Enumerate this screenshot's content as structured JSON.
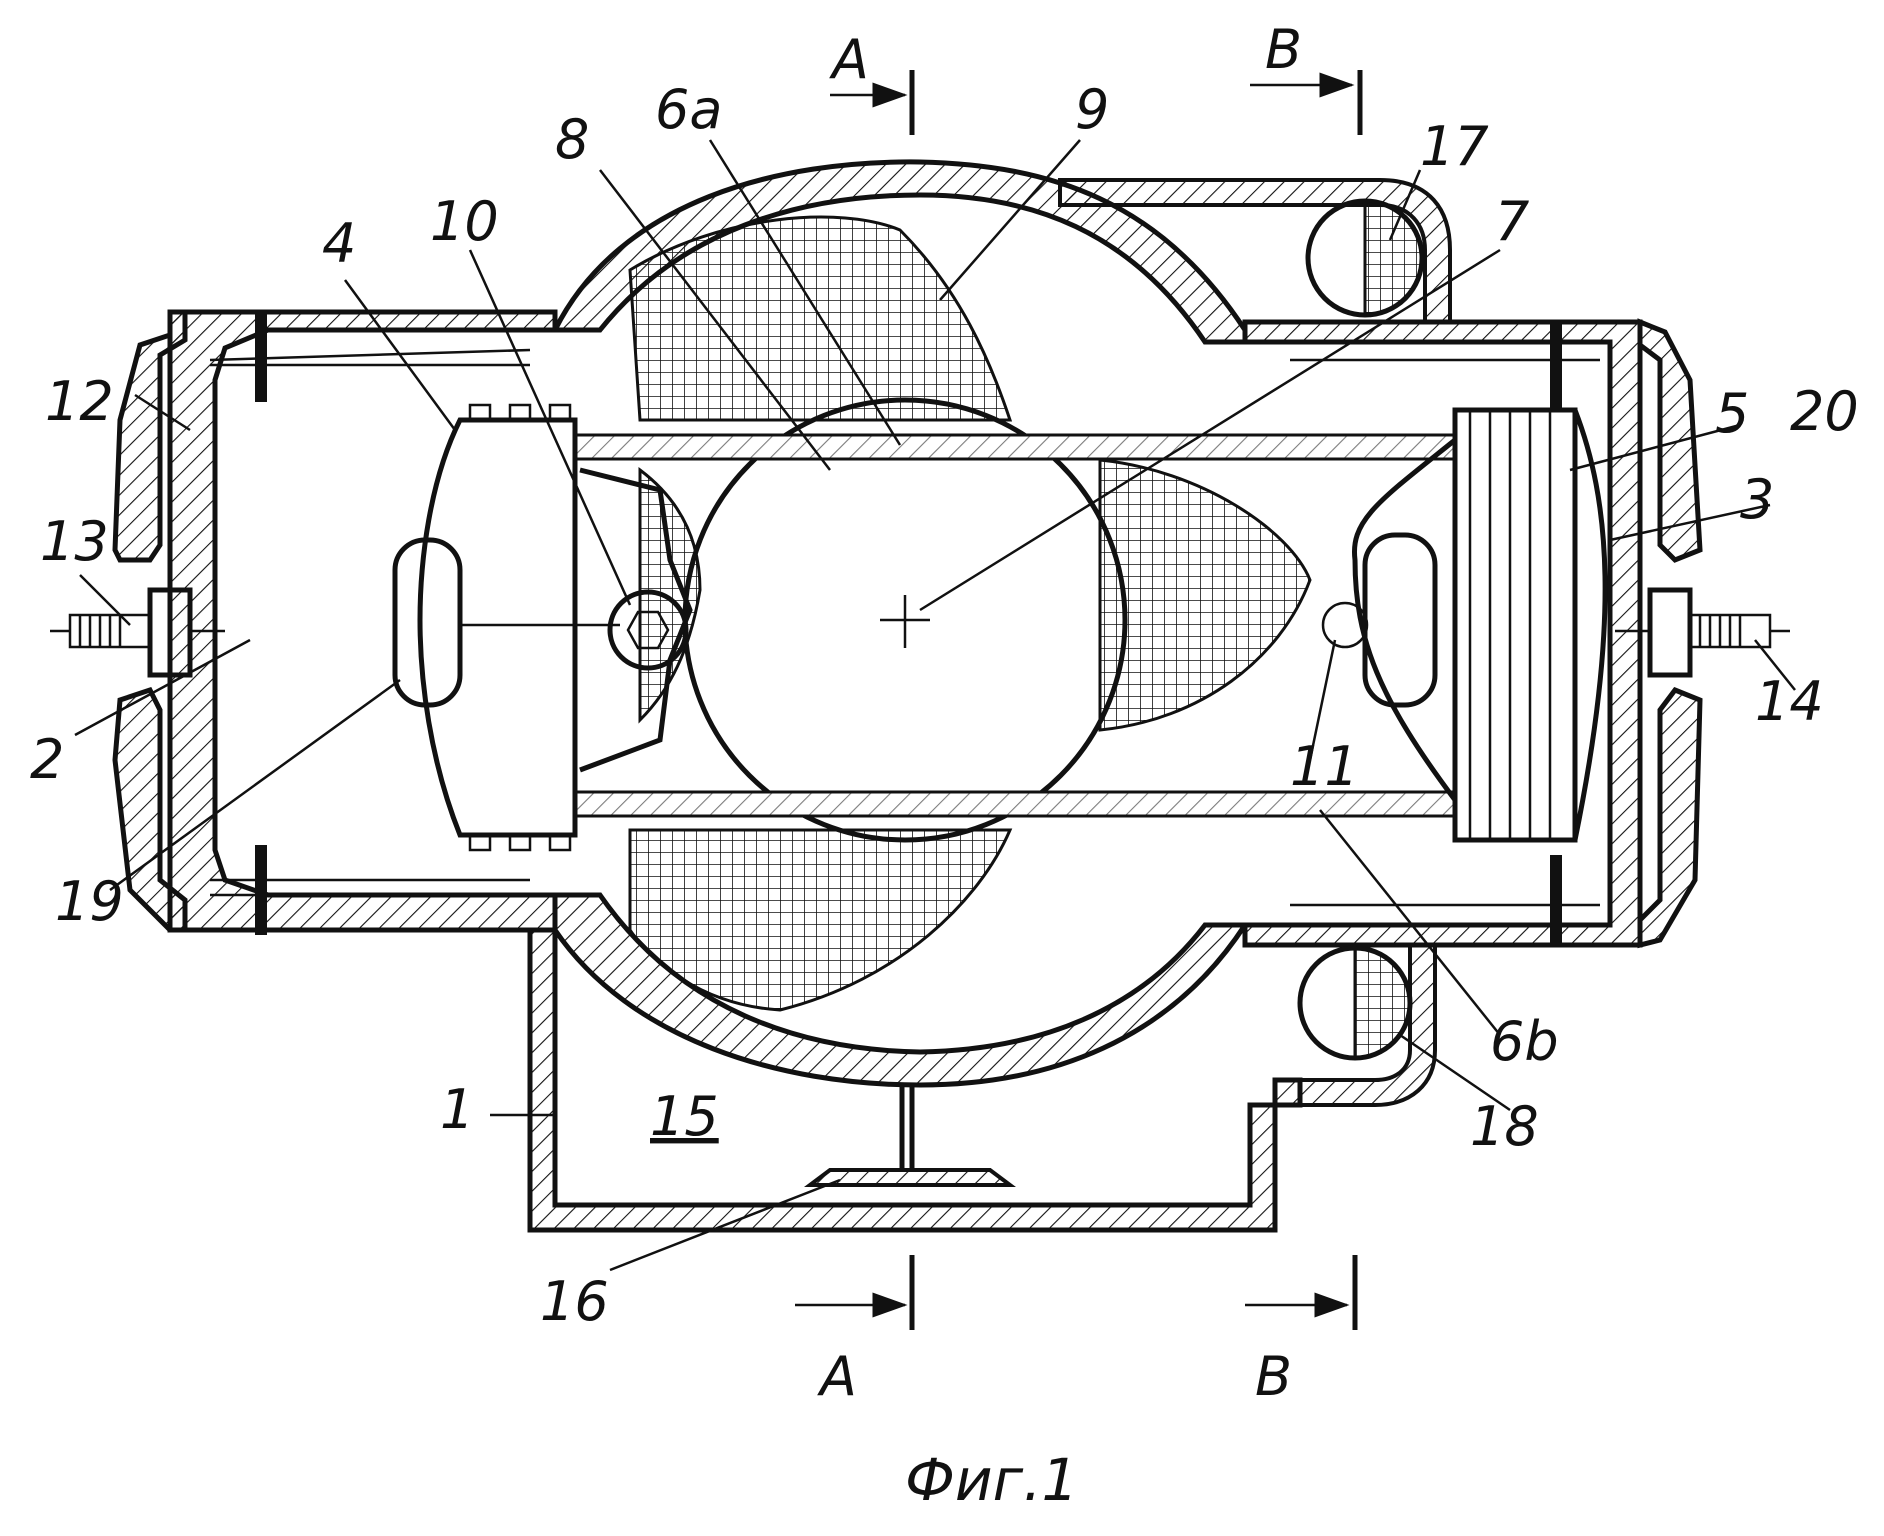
{
  "figure": {
    "caption": "Фиг.1",
    "section_marks": {
      "top_left": "A",
      "top_right": "B",
      "bottom_left": "A",
      "bottom_right": "B"
    },
    "part_labels": {
      "p1": "1",
      "p2": "2",
      "p3": "3",
      "p4": "4",
      "p5": "5",
      "p6a": "6a",
      "p6b": "6b",
      "p7": "7",
      "p8": "8",
      "p9": "9",
      "p10": "10",
      "p11": "11",
      "p12": "12",
      "p13": "13",
      "p14": "14",
      "p15": "15",
      "p16": "16",
      "p17": "17",
      "p18": "18",
      "p19": "19",
      "p20": "20"
    }
  }
}
